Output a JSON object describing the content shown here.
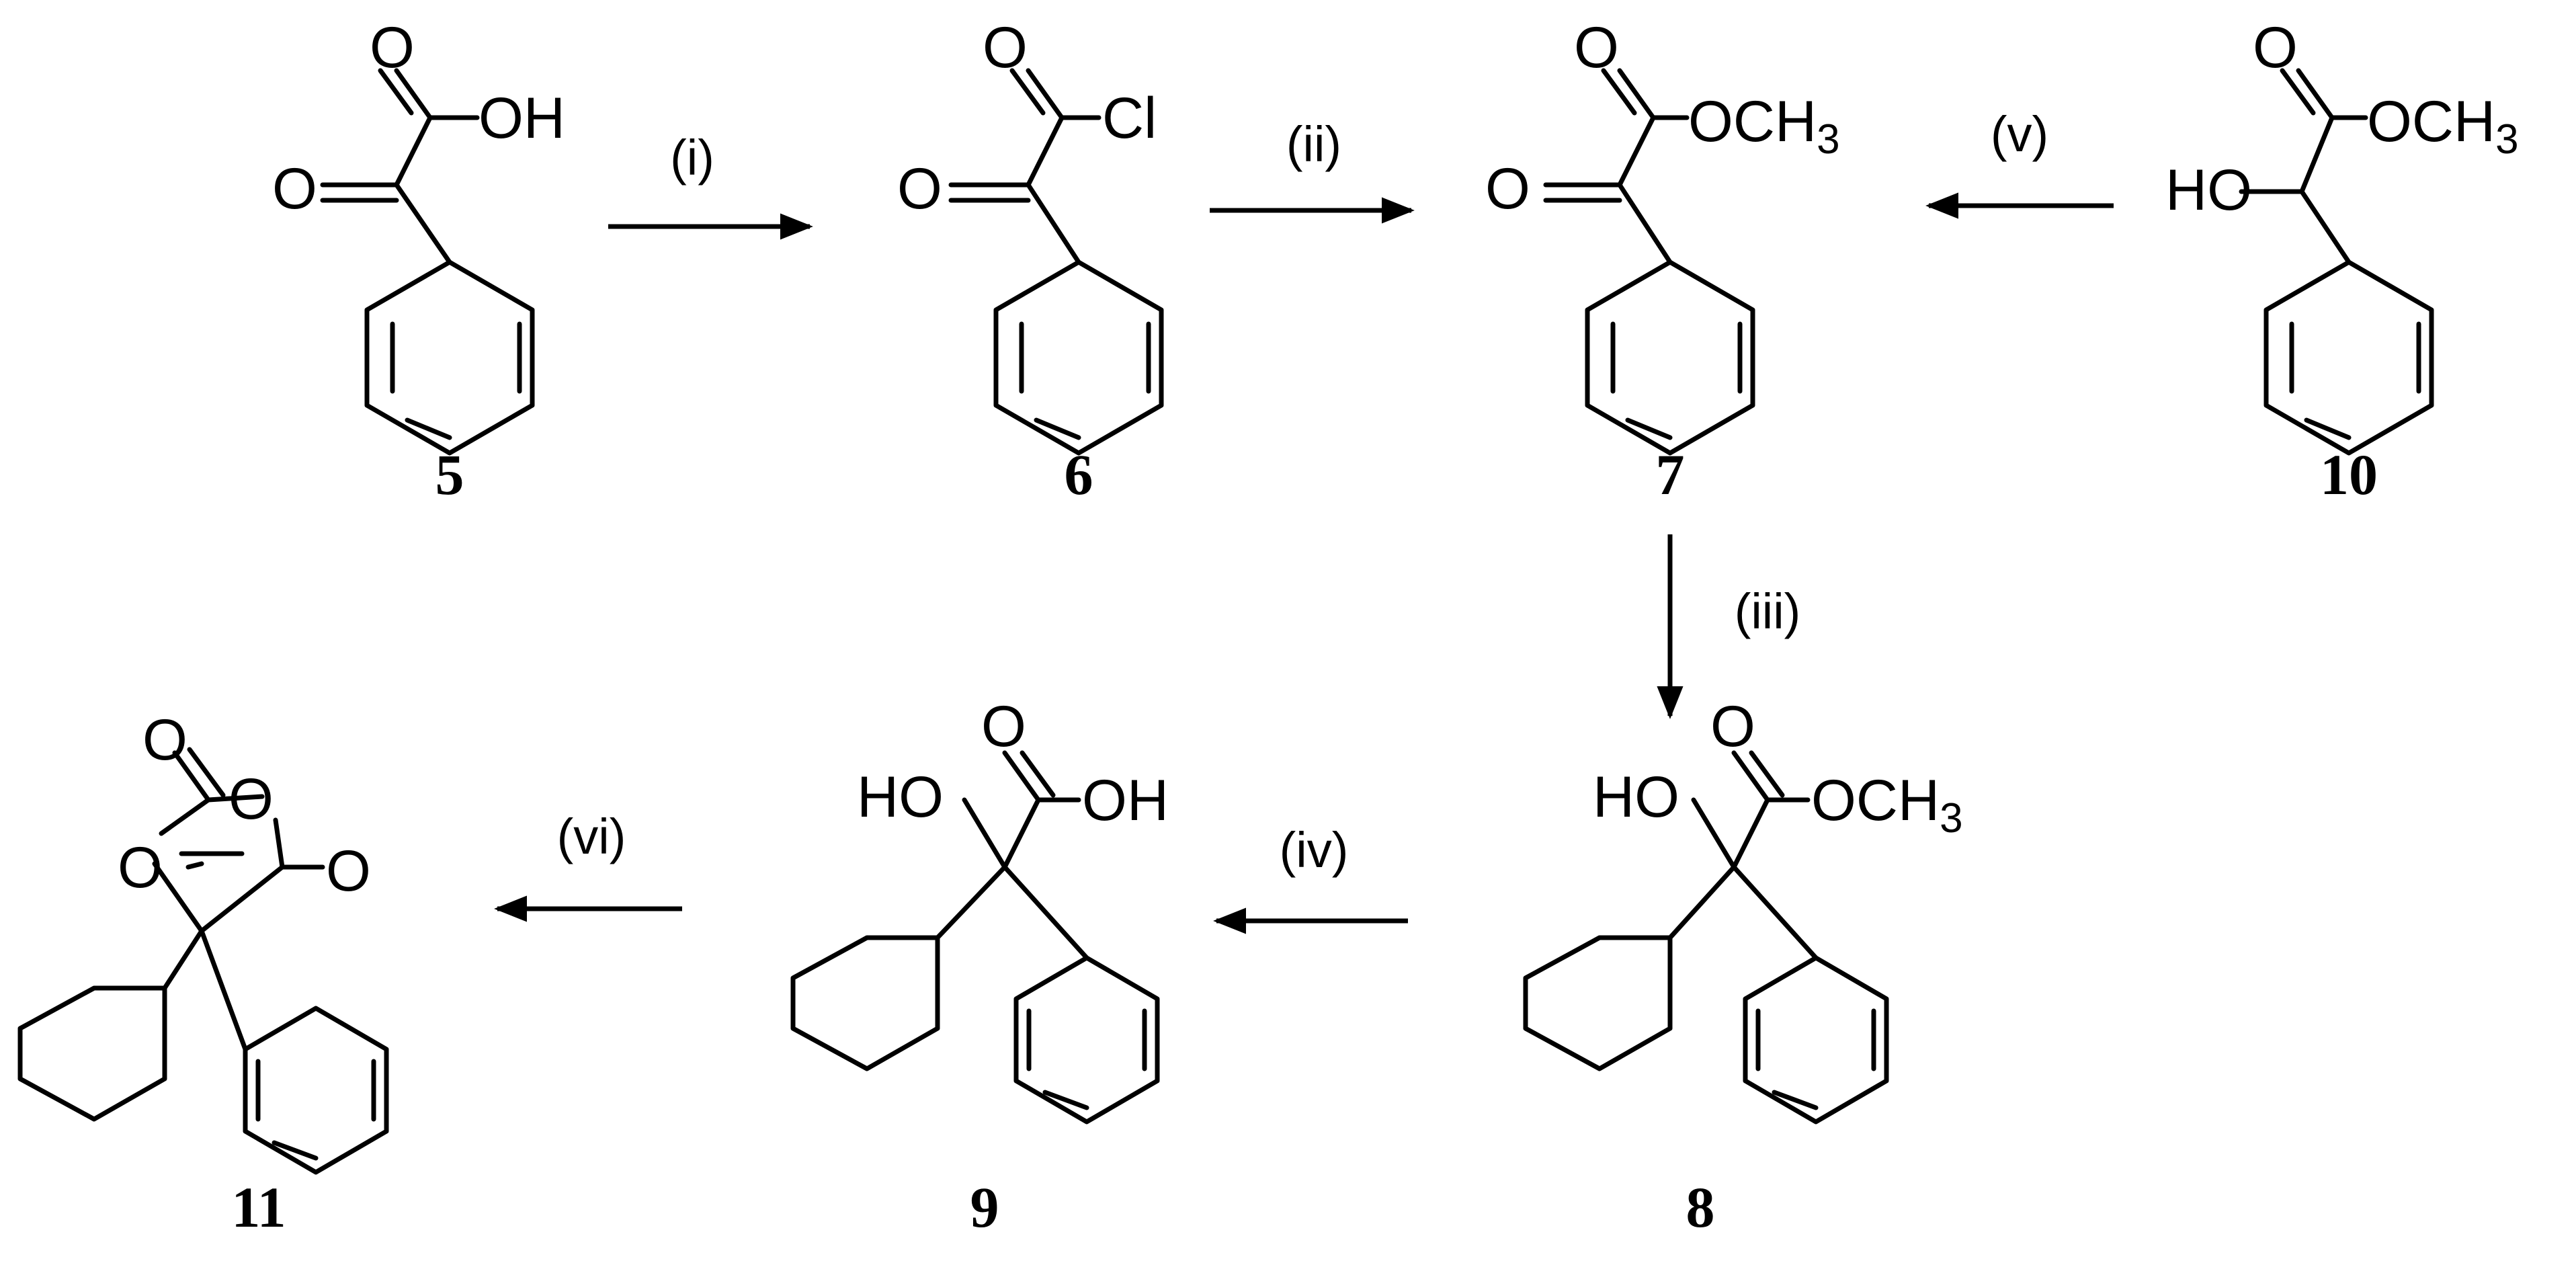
{
  "compounds": {
    "c5": {
      "label": "5"
    },
    "c6": {
      "label": "6"
    },
    "c7": {
      "label": "7"
    },
    "c10": {
      "label": "10"
    },
    "c8": {
      "label": "8"
    },
    "c9": {
      "label": "9"
    },
    "c11": {
      "label": "11"
    }
  },
  "atoms": {
    "O": "O",
    "OH": "OH",
    "HO": "HO",
    "Cl": "Cl",
    "OCH": "OCH",
    "three": "3"
  },
  "conditions": {
    "i": "(i)",
    "ii": "(ii)",
    "iii": "(iii)",
    "iv": "(iv)",
    "v": "(v)",
    "vi": "(vi)"
  }
}
